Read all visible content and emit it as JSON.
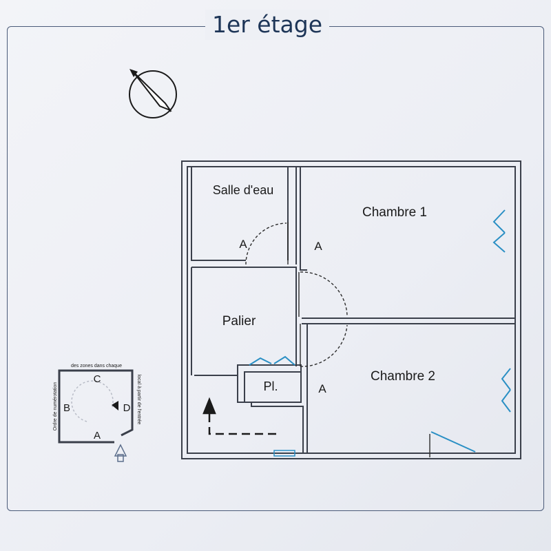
{
  "page": {
    "title": "1er étage"
  },
  "rooms": {
    "salle_eau": "Salle d'eau",
    "chambre1": "Chambre 1",
    "chambre2": "Chambre 2",
    "palier": "Palier",
    "placard": "Pl."
  },
  "zone_marks": {
    "salle_eau_a": "A",
    "chambre1_a": "A",
    "chambre2_a": "A"
  },
  "legend": {
    "caption_top": "des zones dans chaque",
    "caption_left": "Ordre de numérotation",
    "caption_right": "local à partir de l'entrée",
    "zone_a": "A",
    "zone_b": "B",
    "zone_c": "C",
    "zone_d": "D"
  },
  "colors": {
    "wall": "#3a3f4a",
    "window": "#2a8fc4",
    "frame": "#4a5a78",
    "title": "#1d3557"
  }
}
